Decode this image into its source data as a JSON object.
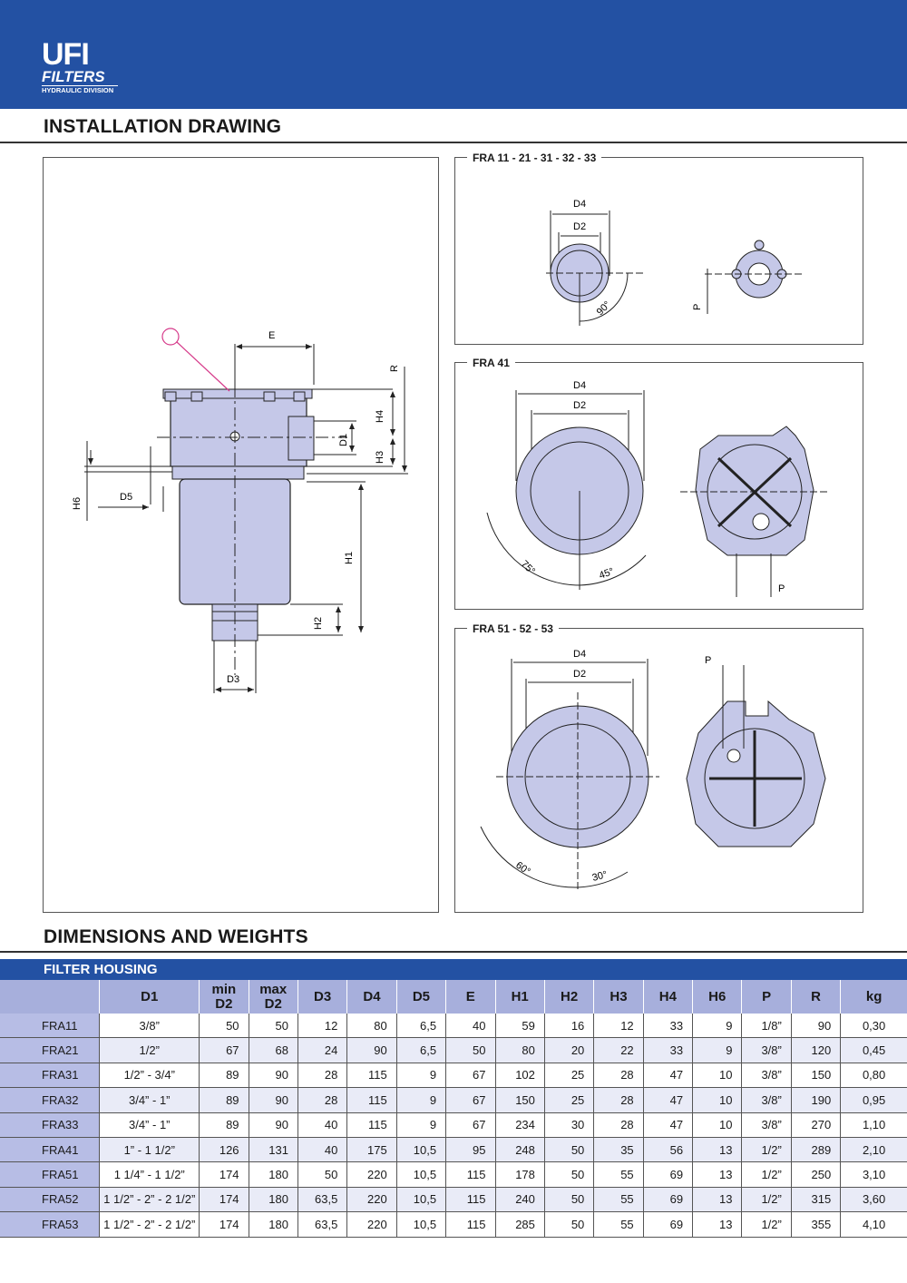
{
  "header": {
    "brand": "UFI",
    "brand_sub": "FILTERS",
    "division": "HYDRAULIC DIVISION",
    "color": "#2351a3"
  },
  "installation": {
    "title": "INSTALLATION DRAWING",
    "main_labels": {
      "E": "E",
      "R": "R",
      "H4": "H4",
      "D1": "D1",
      "H3": "H3",
      "H6": "H6",
      "D5": "D5",
      "H1": "H1",
      "H2": "H2",
      "D3": "D3"
    },
    "panels": [
      {
        "label": "FRA 11 - 21 - 31 - 32 - 33",
        "d4": "D4",
        "d2": "D2",
        "angle1": "90°",
        "p": "P"
      },
      {
        "label": "FRA 41",
        "d4": "D4",
        "d2": "D2",
        "angle1": "75°",
        "angle2": "45°",
        "p": "P"
      },
      {
        "label": "FRA 51 - 52 - 53",
        "d4": "D4",
        "d2": "D2",
        "angle1": "60°",
        "angle2": "30°",
        "p": "P"
      }
    ]
  },
  "dimensions": {
    "title": "DIMENSIONS AND WEIGHTS",
    "table_title": "FILTER HOUSING",
    "columns": [
      "",
      "D1",
      "min D2",
      "max D2",
      "D3",
      "D4",
      "D5",
      "E",
      "H1",
      "H2",
      "H3",
      "H4",
      "H6",
      "P",
      "R",
      "kg"
    ],
    "rows": [
      [
        "FRA11",
        "3/8”",
        "50",
        "50",
        "12",
        "80",
        "6,5",
        "40",
        "59",
        "16",
        "12",
        "33",
        "9",
        "1/8”",
        "90",
        "0,30"
      ],
      [
        "FRA21",
        "1/2”",
        "67",
        "68",
        "24",
        "90",
        "6,5",
        "50",
        "80",
        "20",
        "22",
        "33",
        "9",
        "3/8”",
        "120",
        "0,45"
      ],
      [
        "FRA31",
        "1/2” - 3/4”",
        "89",
        "90",
        "28",
        "115",
        "9",
        "67",
        "102",
        "25",
        "28",
        "47",
        "10",
        "3/8”",
        "150",
        "0,80"
      ],
      [
        "FRA32",
        "3/4” - 1”",
        "89",
        "90",
        "28",
        "115",
        "9",
        "67",
        "150",
        "25",
        "28",
        "47",
        "10",
        "3/8”",
        "190",
        "0,95"
      ],
      [
        "FRA33",
        "3/4” - 1”",
        "89",
        "90",
        "40",
        "115",
        "9",
        "67",
        "234",
        "30",
        "28",
        "47",
        "10",
        "3/8”",
        "270",
        "1,10"
      ],
      [
        "FRA41",
        "1” - 1 1/2”",
        "126",
        "131",
        "40",
        "175",
        "10,5",
        "95",
        "248",
        "50",
        "35",
        "56",
        "13",
        "1/2”",
        "289",
        "2,10"
      ],
      [
        "FRA51",
        "1 1/4” - 1 1/2”",
        "174",
        "180",
        "50",
        "220",
        "10,5",
        "115",
        "178",
        "50",
        "55",
        "69",
        "13",
        "1/2”",
        "250",
        "3,10"
      ],
      [
        "FRA52",
        "1 1/2” - 2” - 2 1/2”",
        "174",
        "180",
        "63,5",
        "220",
        "10,5",
        "115",
        "240",
        "50",
        "55",
        "69",
        "13",
        "1/2”",
        "315",
        "3,60"
      ],
      [
        "FRA53",
        "1 1/2” - 2” - 2 1/2”",
        "174",
        "180",
        "63,5",
        "220",
        "10,5",
        "115",
        "285",
        "50",
        "55",
        "69",
        "13",
        "1/2”",
        "355",
        "4,10"
      ]
    ]
  }
}
